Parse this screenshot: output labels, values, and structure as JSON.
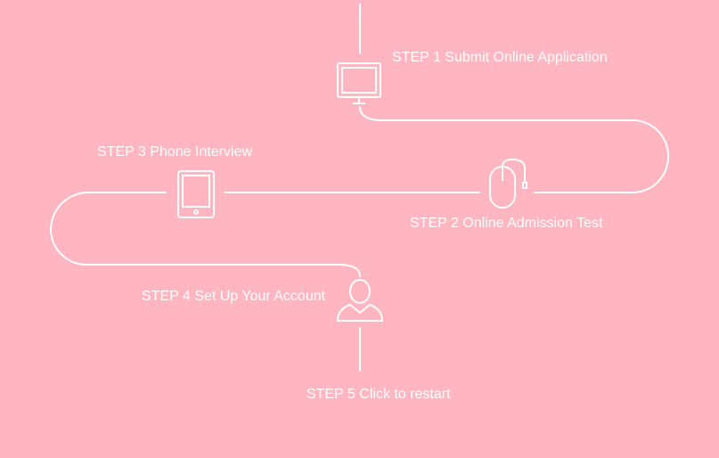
{
  "theme": {
    "background": "#ffb6c0",
    "stroke": "#ffffff"
  },
  "steps": [
    {
      "label": "STEP 1 Submit Online Application",
      "icon": "monitor-icon"
    },
    {
      "label": "STEP 2 Online Admission Test",
      "icon": "mouse-icon"
    },
    {
      "label": "STEP 3 Phone Interview",
      "icon": "tablet-icon"
    },
    {
      "label": "STEP 4 Set Up Your Account",
      "icon": "user-icon"
    },
    {
      "label": "STEP 5 Click to restart",
      "icon": ""
    }
  ]
}
